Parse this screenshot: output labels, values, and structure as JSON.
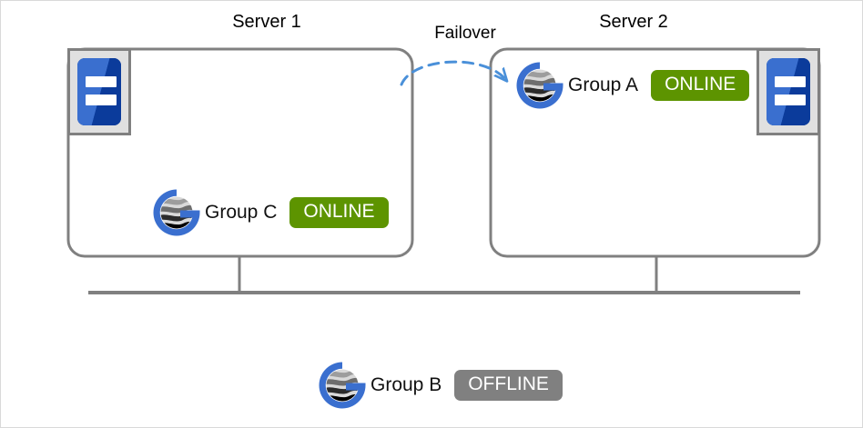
{
  "diagram": {
    "title_server1": "Server 1",
    "title_server2": "Server 2",
    "failover_label": "Failover",
    "colors": {
      "online": "#5d9400",
      "offline": "#808080",
      "box_border": "#808080",
      "arrow": "#4a90d9",
      "logo_blue": "#3a6fcf",
      "server_chip_light": "#3a6fcf",
      "server_chip_dark": "#0b3b9b"
    },
    "servers": [
      {
        "name": "Server 1",
        "icon": "server-hardware-icon"
      },
      {
        "name": "Server 2",
        "icon": "server-hardware-icon"
      }
    ],
    "groups": [
      {
        "id": "group-a",
        "label": "Group A",
        "status": "ONLINE",
        "status_kind": "online",
        "location": "Server 2"
      },
      {
        "id": "group-c",
        "label": "Group C",
        "status": "ONLINE",
        "status_kind": "online",
        "location": "Server 1"
      },
      {
        "id": "group-b",
        "label": "Group B",
        "status": "OFFLINE",
        "status_kind": "offline",
        "location": "Shared bus"
      }
    ],
    "connection": {
      "type": "shared-bus",
      "label": ""
    }
  }
}
